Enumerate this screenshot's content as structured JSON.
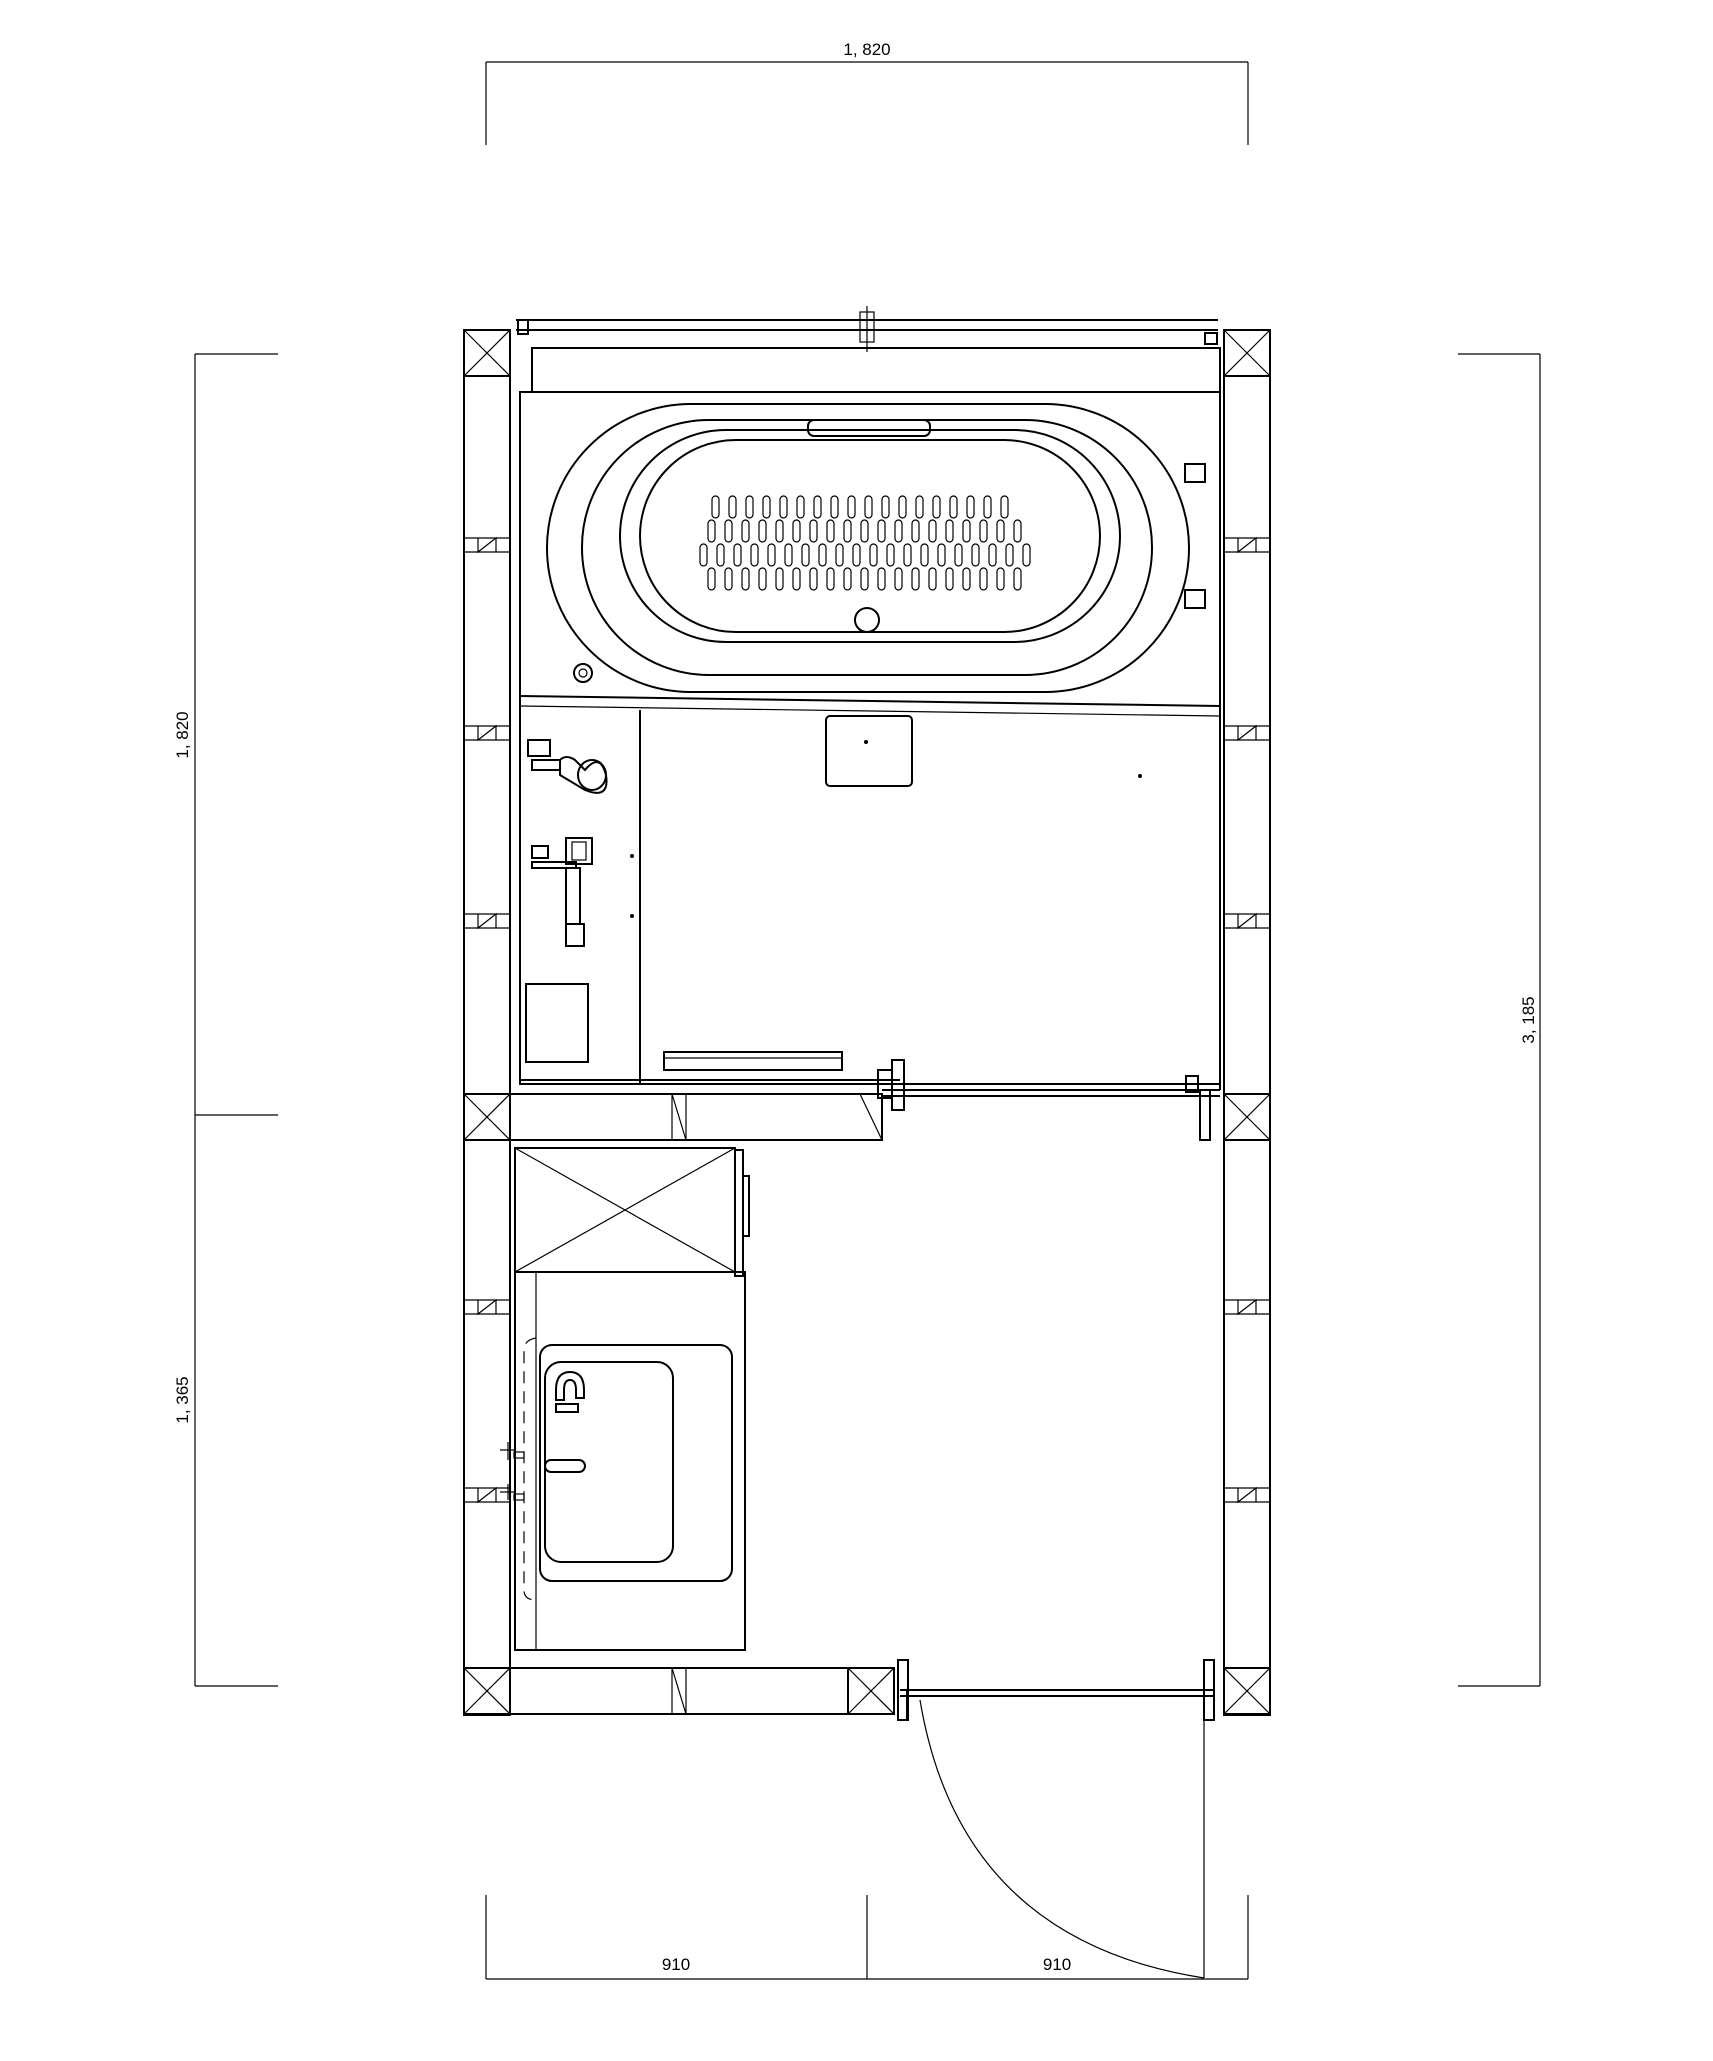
{
  "dimensions": {
    "top_width": "1, 820",
    "left_upper": "1, 820",
    "left_lower": "1, 365",
    "right_total": "3, 185",
    "bottom_left": "910",
    "bottom_right": "910"
  },
  "chart_data": {
    "type": "floor-plan",
    "units": "mm",
    "overall_width": 1820,
    "overall_depth": 3185,
    "bathroom_depth": 1820,
    "dressing_room_depth": 1365,
    "bottom_segments": [
      910,
      910
    ],
    "rooms": [
      {
        "name": "bathroom",
        "fixtures": [
          "bathtub",
          "shower",
          "faucet",
          "shelf",
          "counter"
        ]
      },
      {
        "name": "dressing-room",
        "fixtures": [
          "washing-machine-pan",
          "vanity-sink",
          "door"
        ]
      }
    ]
  }
}
